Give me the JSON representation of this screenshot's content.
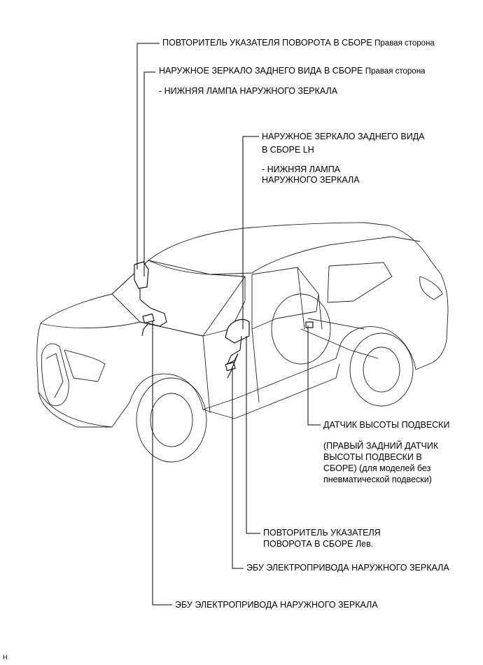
{
  "labels": {
    "turn_repeater_rh": {
      "main": "ПОВТОРИТЕЛЬ УКАЗАТЕЛЯ ПОВОРОТА В СБОРЕ",
      "side": "Правая сторона"
    },
    "outer_mirror_rh": {
      "main": "НАРУЖНОЕ ЗЕРКАЛО ЗАДНЕГО ВИДА В СБОРЕ",
      "side": "Правая сторона"
    },
    "outer_mirror_rh_lamp": "- НИЖНЯЯ ЛАМПА НАРУЖНОГО ЗЕРКАЛА",
    "outer_mirror_lh": {
      "line1": "НАРУЖНОЕ ЗЕРКАЛО ЗАДНЕГО ВИДА",
      "line2": "В СБОРЕ LH"
    },
    "outer_mirror_lh_lamp": {
      "line1": "- НИЖНЯЯ ЛАМПА",
      "line2": "НАРУЖНОГО ЗЕРКАЛА"
    },
    "height_sensor": {
      "title": "ДАТЧИК ВЫСОТЫ ПОДВЕСКИ",
      "detail1": "(ПРАВЫЙ ЗАДНИЙ ДАТЧИК",
      "detail2": "ВЫСОТЫ ПОДВЕСКИ В",
      "detail3": "СБОРЕ) (для моделей без",
      "detail4": "пневматической подвески)"
    },
    "turn_repeater_lh": {
      "line1": "ПОВТОРИТЕЛЬ УКАЗАТЕЛЯ",
      "line2": "ПОВОРОТА В СБОРЕ Лев."
    },
    "mirror_ecu_lh": "ЭБУ ЭЛЕКТРОПРИВОДА НАРУЖНОГО ЗЕРКАЛА",
    "mirror_ecu_rh": "ЭБУ ЭЛЕКТРОПРИВОДА НАРУЖНОГО ЗЕРКАЛА"
  },
  "footer": {
    "code": "H"
  }
}
